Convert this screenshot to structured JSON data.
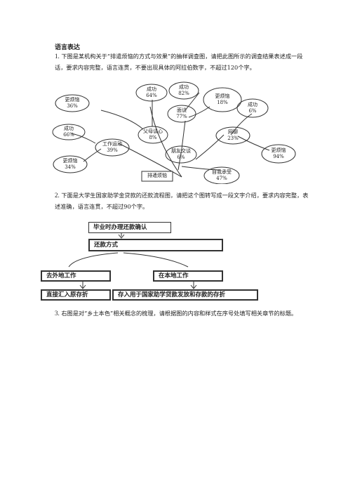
{
  "heading": "语言表达",
  "questions": [
    {
      "num": "1.",
      "text": "下图是某机构关于“排遣烦恼的方式与效果”的抽样调查图，请把此图所示的调查结果表述成一段话，要求内容完整，语言连贯，不要出现具体的阿拉伯数字，不超过120个字。"
    },
    {
      "num": "2.",
      "text": "下面是大学生国家助学金贷款的还款流程图，请把这个图转写成一段文字介绍，要求内容完整，表述准确，语言连贯，不超过90个字。"
    },
    {
      "num": "3.",
      "text": "右图是对“乡土本色”相关概念的梳理，请根据图的内容和样式在序号处填写相关章节的标题。"
    }
  ],
  "diagram": {
    "center": "排遣烦恼",
    "nodes": [
      {
        "id": "n1",
        "l1": "更烦恼",
        "l2": "36%"
      },
      {
        "id": "n2",
        "l1": "成功",
        "l2": "64%"
      },
      {
        "id": "n3",
        "l1": "成功",
        "l2": "82%"
      },
      {
        "id": "n4",
        "l1": "更烦恼",
        "l2": "18%"
      },
      {
        "id": "n5",
        "l1": "面谈",
        "l2": "77%"
      },
      {
        "id": "n6",
        "l1": "成功",
        "l2": "6%"
      },
      {
        "id": "n7",
        "l1": "成功",
        "l2": "66%"
      },
      {
        "id": "n8",
        "l1": "父母谈心",
        "l2": "8%"
      },
      {
        "id": "n9",
        "l1": "网聊",
        "l2": "23%"
      },
      {
        "id": "n10",
        "l1": "工作运动",
        "l2": "39%"
      },
      {
        "id": "n11",
        "l1": "更烦恼",
        "l2": "34%"
      },
      {
        "id": "n12",
        "l1": "朋友交谈",
        "l2": "6%"
      },
      {
        "id": "n13",
        "l1": "更烦恼",
        "l2": "94%"
      },
      {
        "id": "n14",
        "l1": "自我承受",
        "l2": "47%"
      }
    ]
  },
  "flow": {
    "step1": "毕业时办理还款确认",
    "step2": "还款方式",
    "left_branch": "去外地工作",
    "right_branch": "在本地工作",
    "left_result": "直接汇入原存折",
    "right_result": "存入用于国家助学贷款发放和存款的存折"
  }
}
